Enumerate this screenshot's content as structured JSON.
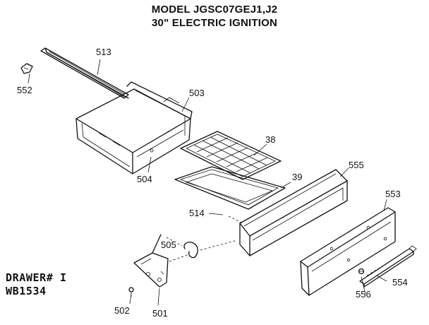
{
  "header": {
    "title_line1": "MODEL JGSC07GEJ1,J2",
    "title_line2": "30\" ELECTRIC IGNITION"
  },
  "callouts": {
    "p513": "513",
    "p552": "552",
    "p503": "503",
    "p38": "38",
    "p39": "39",
    "p504": "504",
    "p555": "555",
    "p514": "514",
    "p553": "553",
    "p505": "505",
    "p556": "556",
    "p554": "554",
    "p502": "502",
    "p501": "501"
  },
  "stamp": {
    "line1": "DRAWER# I",
    "line2": "WB1534"
  }
}
